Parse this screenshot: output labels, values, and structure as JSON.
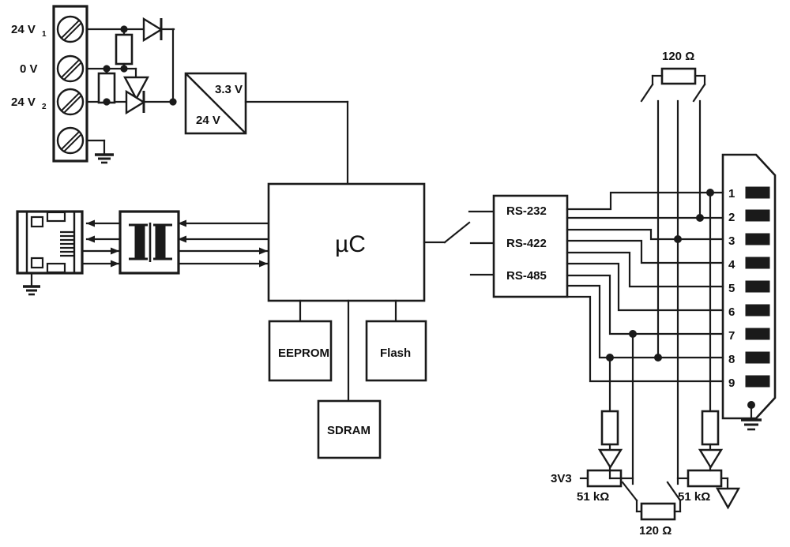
{
  "diagram": {
    "title": "Industrial serial/ethernet device block diagram",
    "stroke_color": "#1a1a1a",
    "background_color": "#ffffff"
  },
  "power_input": {
    "terminal_labels": [
      "24 V",
      "0 V",
      "24 V",
      ""
    ],
    "terminal_subscripts": [
      "1",
      "",
      "2",
      ""
    ],
    "terminal_count": 4,
    "converter": {
      "output_label": "3.3 V",
      "input_label": "24 V"
    }
  },
  "core": {
    "mcu_label": "µC",
    "memories": [
      {
        "label": "EEPROM"
      },
      {
        "label": "Flash"
      },
      {
        "label": "SDRAM"
      }
    ]
  },
  "serial": {
    "interfaces": [
      {
        "label": "RS-232"
      },
      {
        "label": "RS-422"
      },
      {
        "label": "RS-485"
      }
    ]
  },
  "connector": {
    "type": "DB9",
    "pins": [
      "1",
      "2",
      "3",
      "4",
      "5",
      "6",
      "7",
      "8",
      "9"
    ]
  },
  "terminations": {
    "top_resistor": "120 Ω",
    "bottom_resistor": "120 Ω",
    "bias_supply": "3V3",
    "bias_resistor_left": "51 kΩ",
    "bias_resistor_right": "51 kΩ"
  }
}
